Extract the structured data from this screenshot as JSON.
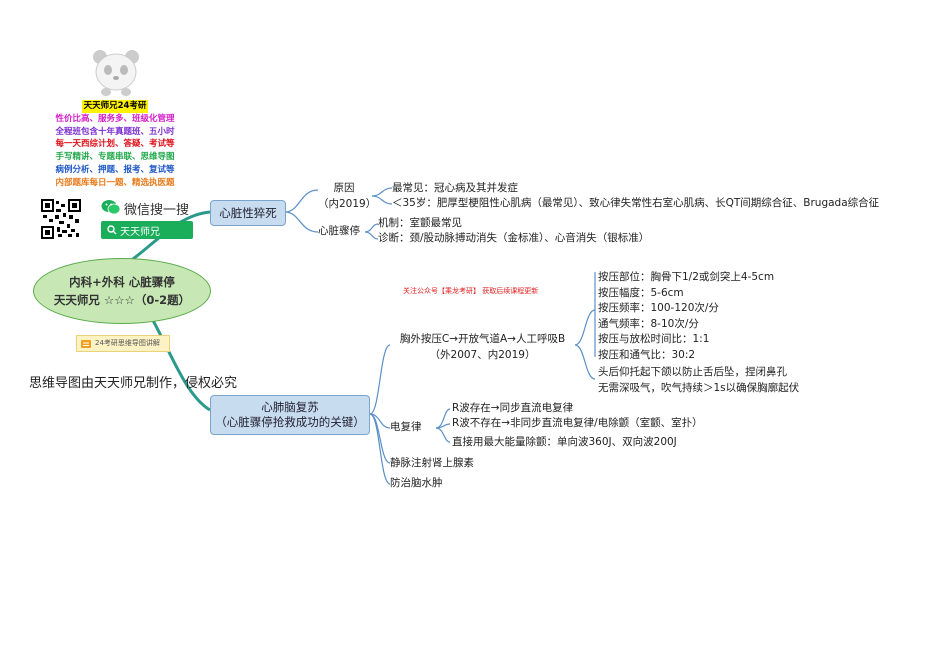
{
  "brand": {
    "promo_title": "天天师兄24考研",
    "promo_lines": [
      {
        "text": "性价比高、服务多、班级化管理",
        "color": "#d61fc8"
      },
      {
        "text": "全程班包含十年真题班、五小时",
        "color": "#7b2fd0"
      },
      {
        "text": "每一天西综计划、答疑、考试等",
        "color": "#e0101b"
      },
      {
        "text": "手写精讲、专题串联、思维导图",
        "color": "#21a84a"
      },
      {
        "text": "病例分析、押题、报考、复试等",
        "color": "#1f58c8"
      },
      {
        "text": "内部题库每日一题、精选执医题",
        "color": "#e87a1a"
      }
    ],
    "wechat_label": "微信搜一搜",
    "search_text": "天天师兄",
    "tag_label": "24考研思维导图讲解",
    "copyright": "思维导图由天天师兄制作，侵权必究",
    "watermark_red": "关注公众号【乘龙考研】 获取后续课程更新"
  },
  "root": {
    "title": "内科+外科 心脏骤停",
    "subtitle": "天天师兄 ☆☆☆（0-2题）"
  },
  "branch_sudden_death": {
    "label": "心脏性猝死",
    "cause": {
      "label": "原因",
      "sub": "（内2019）",
      "items": [
        "最常见：冠心病及其并发症",
        "＜35岁：肥厚型梗阻性心肌病（最常见）、致心律失常性右室心肌病、长QT间期综合征、Brugada综合征"
      ]
    },
    "arrest": {
      "label": "心脏骤停",
      "items": [
        "机制：室颤最常见",
        "诊断：颈/股动脉搏动消失（金标准）、心音消失（银标准）"
      ]
    }
  },
  "branch_cpr": {
    "label": "心肺脑复苏",
    "sub": "（心脏骤停抢救成功的关键）",
    "compression": {
      "label": "胸外按压C→开放气道A→人工呼吸B",
      "sub": "（外2007、内2019）",
      "params": [
        "按压部位：胸骨下1/2或剑突上4-5cm",
        "按压幅度：5-6cm",
        "按压频率：100-120次/分",
        "通气频率：8-10次/分",
        "按压与放松时间比：1:1",
        "按压和通气比：30:2"
      ],
      "airway": [
        "头后仰托起下颌以防止舌后坠，捏闭鼻孔",
        "无需深吸气，吹气持续＞1s以确保胸廓起伏"
      ]
    },
    "defib": {
      "label": "电复律",
      "items": [
        "R波存在→同步直流电复律",
        "R波不存在→非同步直流电复律/电除颤（室颤、室扑）",
        "直接用最大能量除颤：单向波360J、双向波200J"
      ]
    },
    "others": [
      "静脉注射肾上腺素",
      "防治脑水肿"
    ]
  },
  "colors": {
    "line_teal": "#2a9a8a",
    "line_blue": "#5b8fc7",
    "root_fill": "#c7e8b5",
    "node_fill": "#c8dcf0",
    "search_green": "#1aad5a",
    "tag_fill": "#fdf2c4"
  },
  "icons": [
    "panda-icon",
    "qr-code-icon",
    "wechat-icon",
    "search-icon",
    "tag-icon"
  ]
}
